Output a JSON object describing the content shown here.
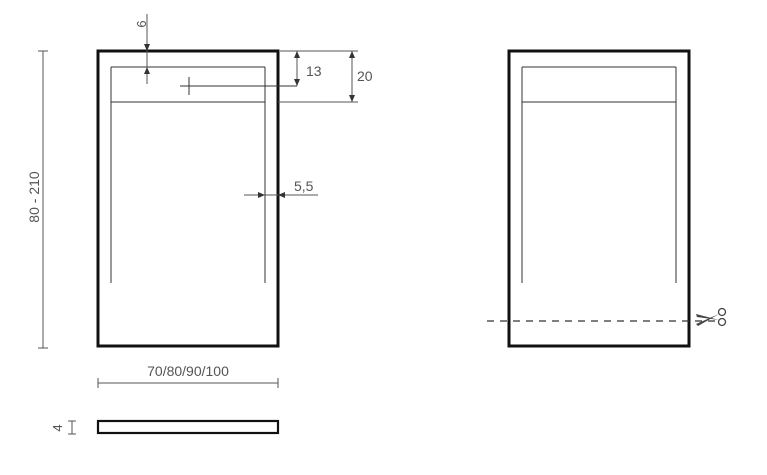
{
  "dimensions": {
    "top_offset": "6",
    "drain_inner": "13",
    "drain_outer": "20",
    "side_rim": "5,5",
    "length": "80 - 210",
    "widths": "70/80/90/100",
    "thickness": "4"
  },
  "icons": {
    "cut": "scissors-icon",
    "drain": "crosshair-icon"
  },
  "colors": {
    "outline": "#111111",
    "dimension": "#555555"
  }
}
